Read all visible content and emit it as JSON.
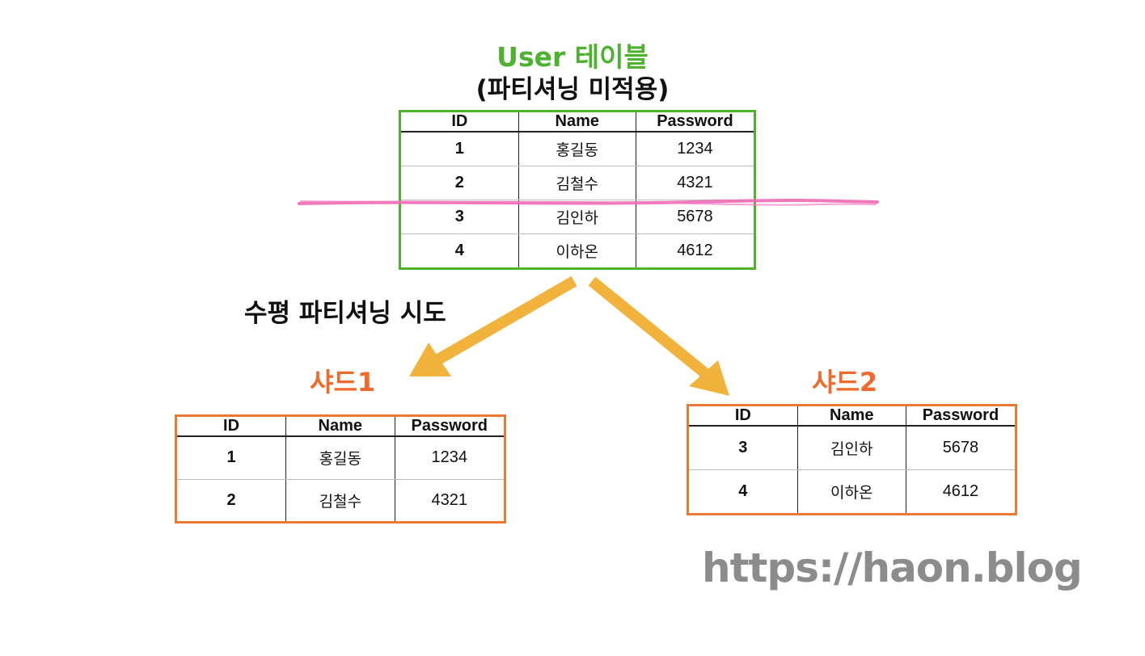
{
  "title": {
    "main": "User 테이블",
    "sub": "(파티셔닝 미적용)"
  },
  "split_label": "수평 파티셔닝 시도",
  "columns": [
    "ID",
    "Name",
    "Password"
  ],
  "user_table": {
    "rows": [
      {
        "id": "1",
        "name": "홍길동",
        "password": "1234"
      },
      {
        "id": "2",
        "name": "김철수",
        "password": "4321"
      },
      {
        "id": "3",
        "name": "김인하",
        "password": "5678"
      },
      {
        "id": "4",
        "name": "이하온",
        "password": "4612"
      }
    ]
  },
  "shard1": {
    "label": "샤드1",
    "rows": [
      {
        "id": "1",
        "name": "홍길동",
        "password": "1234"
      },
      {
        "id": "2",
        "name": "김철수",
        "password": "4321"
      }
    ]
  },
  "shard2": {
    "label": "샤드2",
    "rows": [
      {
        "id": "3",
        "name": "김인하",
        "password": "5678"
      },
      {
        "id": "4",
        "name": "이하온",
        "password": "4612"
      }
    ]
  },
  "watermark": "https://haon.blog",
  "colors": {
    "user_border": "#4db32f",
    "shard_border": "#e87a35",
    "arrow": "#f2b33d",
    "split_line": "#f060b0",
    "shard_label": "#f06a2c",
    "watermark": "#8c8c8c"
  }
}
